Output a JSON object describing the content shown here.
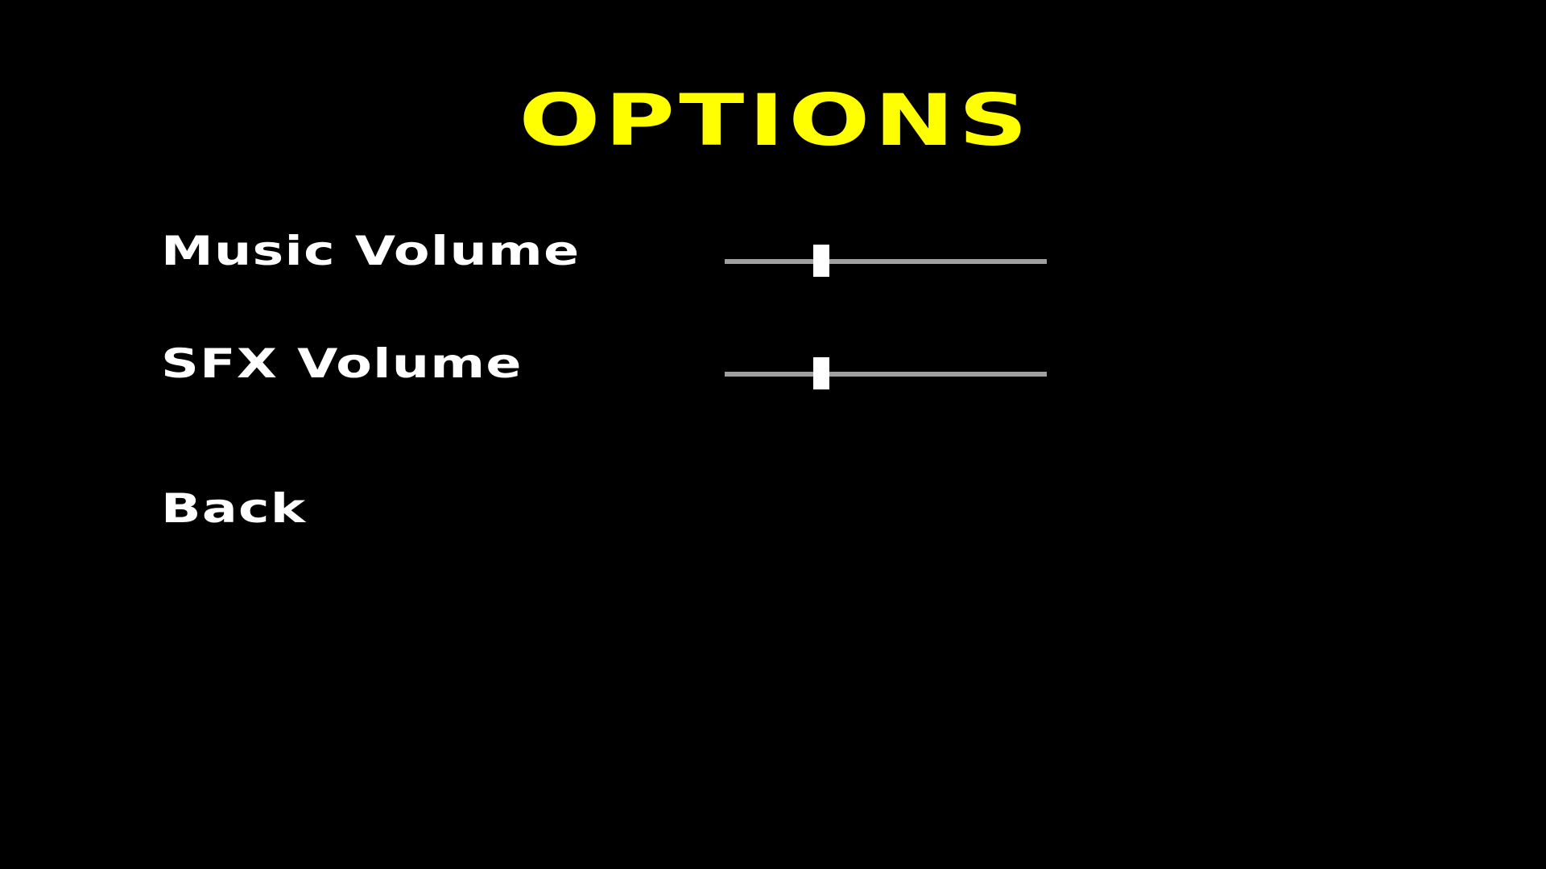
{
  "menu": {
    "title": "OPTIONS",
    "music_volume_label": "Music Volume",
    "sfx_volume_label": "SFX Volume",
    "back_label": "Back"
  },
  "sliders": {
    "music_volume": 0.3,
    "sfx_volume": 0.3
  },
  "colors": {
    "background": "#000000",
    "title": "#ffff00",
    "label": "#ffffff",
    "track": "#a0a0a0",
    "thumb": "#ffffff"
  }
}
